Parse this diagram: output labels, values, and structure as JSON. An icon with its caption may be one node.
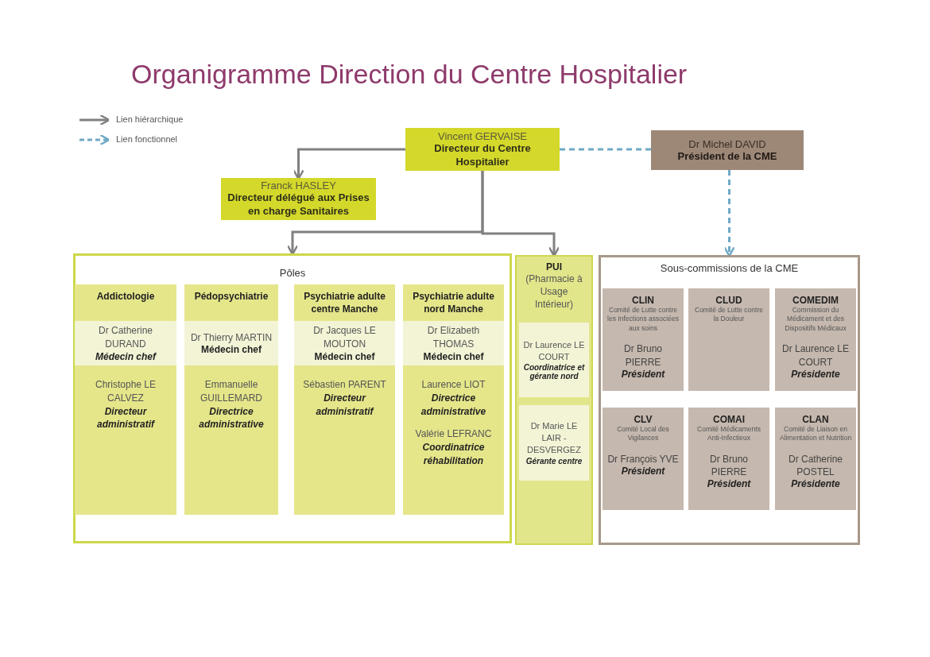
{
  "diagram": {
    "title": "Organigramme Direction du Centre Hospitalier",
    "nodes": [
      {
        "text": [
          "Vincent GERVAISE",
          "Directeur du Centre Hospitalier"
        ]
      },
      {
        "text": [
          "Franck HASLEY",
          "Directeur délégué aux Prises en charge Sanitaires"
        ]
      },
      {
        "text": [
          "Dr Michel DAVID",
          "Président de la CME"
        ]
      },
      {
        "text": [
          "Pôles"
        ]
      },
      {
        "text": [
          "Addictologie"
        ],
        "in": 3
      },
      {
        "text": [
          "Dr Catherine DURAND",
          "Médecin chef"
        ],
        "in": 4
      },
      {
        "text": [
          "Christophe LE CALVEZ",
          "Directeur administratif"
        ],
        "in": 4
      },
      {
        "text": [
          "Pédopsychiatrie"
        ],
        "in": 3
      },
      {
        "text": [
          "Dr Thierry MARTIN",
          "Médecin chef"
        ],
        "in": 7
      },
      {
        "text": [
          "Emmanuelle GUILLEMARD",
          "Directrice administrative"
        ],
        "in": 7
      },
      {
        "text": [
          "Psychiatrie adulte centre Manche"
        ],
        "in": 3
      },
      {
        "text": [
          "Dr Jacques LE MOUTON",
          "Médecin chef"
        ],
        "in": 10
      },
      {
        "text": [
          "Sébastien PARENT",
          "Directeur administratif"
        ],
        "in": 10
      },
      {
        "text": [
          "Psychiatrie adulte nord Manche"
        ],
        "in": 3
      },
      {
        "text": [
          "Dr Elizabeth THOMAS",
          "Médecin chef"
        ],
        "in": 13
      },
      {
        "text": [
          "Laurence LIOT",
          "Directrice administrative",
          "Valérie LEFRANC",
          "Coordinatrice réhabilitation"
        ],
        "in": 13
      },
      {
        "text": [
          "PUI",
          "(Pharmacie à Usage Intérieur)"
        ]
      },
      {
        "text": [
          "Dr Laurence LE COURT",
          "Coordinatrice et gérante nord"
        ],
        "in": 16
      },
      {
        "text": [
          "Dr Marie LE LAIR - DESVERGEZ",
          "Gérante centre"
        ],
        "in": 16
      },
      {
        "text": [
          "Sous-commissions de la CME"
        ]
      },
      {
        "text": [
          "CLIN",
          "Comité de Lutte contre les Infections associées aux soins",
          "Dr Bruno PIERRE",
          "Président"
        ],
        "in": 19
      },
      {
        "text": [
          "CLUD",
          "Comité de Lutte contre la Douleur"
        ],
        "in": 19
      },
      {
        "text": [
          "COMEDIM",
          "Commission du Médicament et des Dispositifs Médicaux",
          "Dr Laurence LE COURT",
          "Présidente"
        ],
        "in": 19
      },
      {
        "text": [
          "CLV",
          "Comité Local des Vigilances",
          "Dr François YVE",
          "Président"
        ],
        "in": 19
      },
      {
        "text": [
          "COMAI",
          "Comité Médicaments Anti-Infectieux",
          "Dr Bruno PIERRE",
          "Président"
        ],
        "in": 19
      },
      {
        "text": [
          "CLAN",
          "Comité de Liaison en Alimentation et Nutrition",
          "Dr Catherine POSTEL",
          "Présidente"
        ],
        "in": 19
      }
    ],
    "edges": [
      {
        "from": 0,
        "to": 1,
        "arrow": "to"
      },
      {
        "from": 0,
        "to": 3,
        "arrow": "to"
      },
      {
        "from": 0,
        "to": 16,
        "arrow": "to"
      },
      {
        "from": 0,
        "to": 2,
        "arrow": "none",
        "style": "dashed",
        "color": "#6ea9c6"
      },
      {
        "from": 2,
        "to": 19,
        "arrow": "to",
        "style": "dashed",
        "color": "#6ea9c6"
      }
    ],
    "legend": [
      {
        "text": "Lien hiérarchique"
      },
      {
        "text": "Lien fonctionnel"
      }
    ]
  }
}
